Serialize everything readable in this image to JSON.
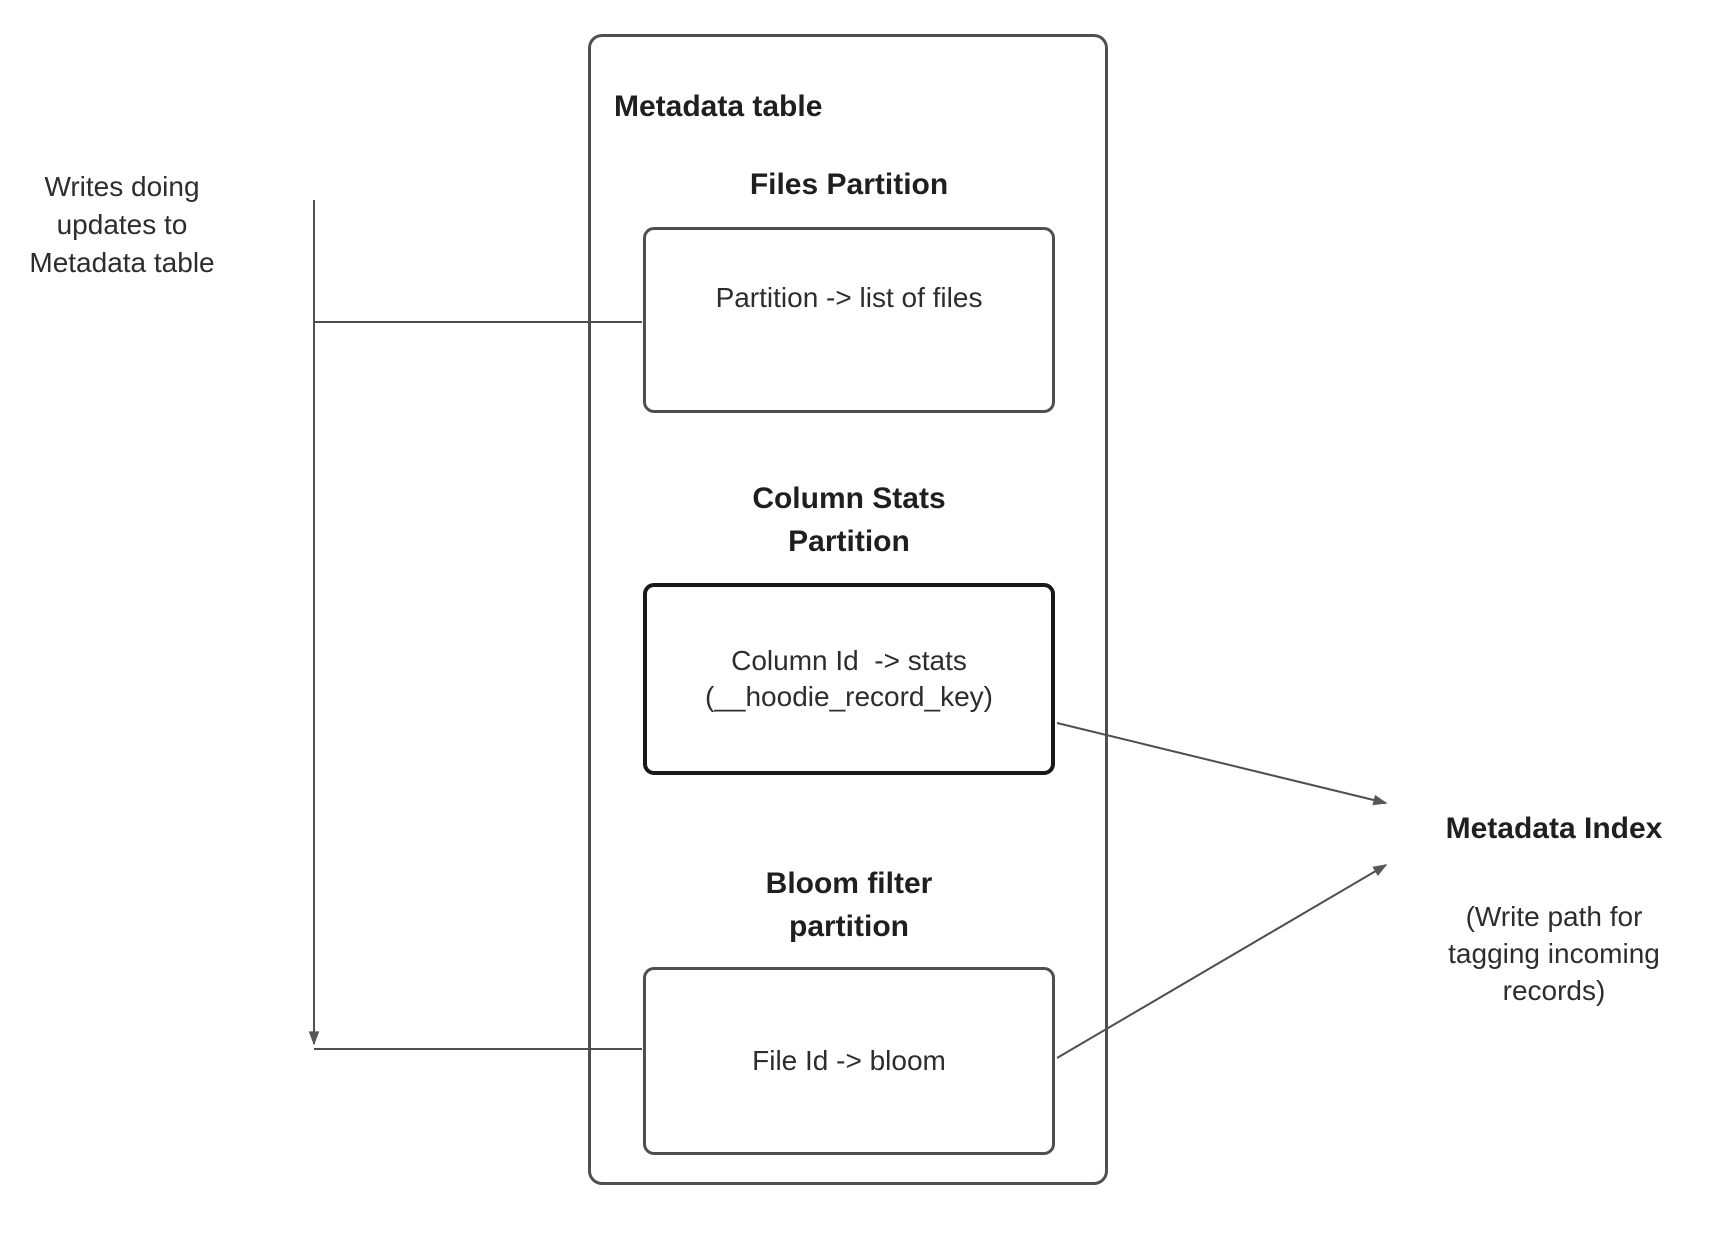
{
  "colors": {
    "background": "#ffffff",
    "box_border": "#4f4f4f",
    "emphasis_box_border": "#191919",
    "connector": "#4f4f4f",
    "arrowhead": "#565656",
    "heading_text": "#1f1f1f",
    "body_text": "#2d2d2d"
  },
  "left_note": {
    "text": "Writes doing\nupdates to\nMetadata table"
  },
  "metadata_table": {
    "title": "Metadata table",
    "sections": [
      {
        "heading": "Files Partition",
        "box_text": "Partition -> list of files"
      },
      {
        "heading": "Column Stats\nPartition",
        "box_text": "Column Id  -> stats\n(__hoodie_record_key)"
      },
      {
        "heading": "Bloom filter\npartition",
        "box_text": "File Id -> bloom"
      }
    ]
  },
  "metadata_index": {
    "title": "Metadata Index",
    "subtitle": "(Write path for\ntagging incoming\nrecords)"
  }
}
